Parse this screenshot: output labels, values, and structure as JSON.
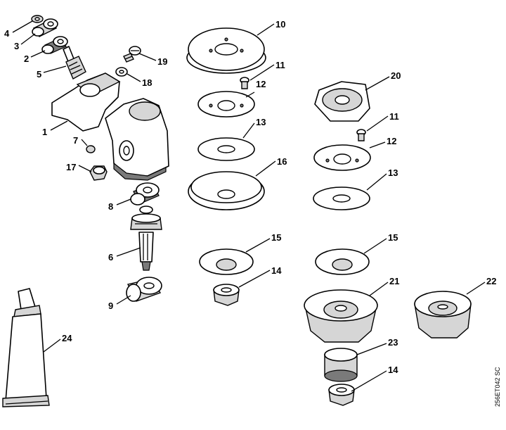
{
  "callouts": {
    "c1": "1",
    "c2": "2",
    "c3": "3",
    "c4": "4",
    "c5": "5",
    "c6": "6",
    "c7": "7",
    "c8": "8",
    "c9": "9",
    "c10": "10",
    "c11a": "11",
    "c11b": "11",
    "c12a": "12",
    "c12b": "12",
    "c13a": "13",
    "c13b": "13",
    "c14a": "14",
    "c14b": "14",
    "c15a": "15",
    "c15b": "15",
    "c16": "16",
    "c17": "17",
    "c18": "18",
    "c19": "19",
    "c20": "20",
    "c21": "21",
    "c22": "22",
    "c23": "23",
    "c24": "24"
  },
  "doc_ref": "256ET042 SC"
}
